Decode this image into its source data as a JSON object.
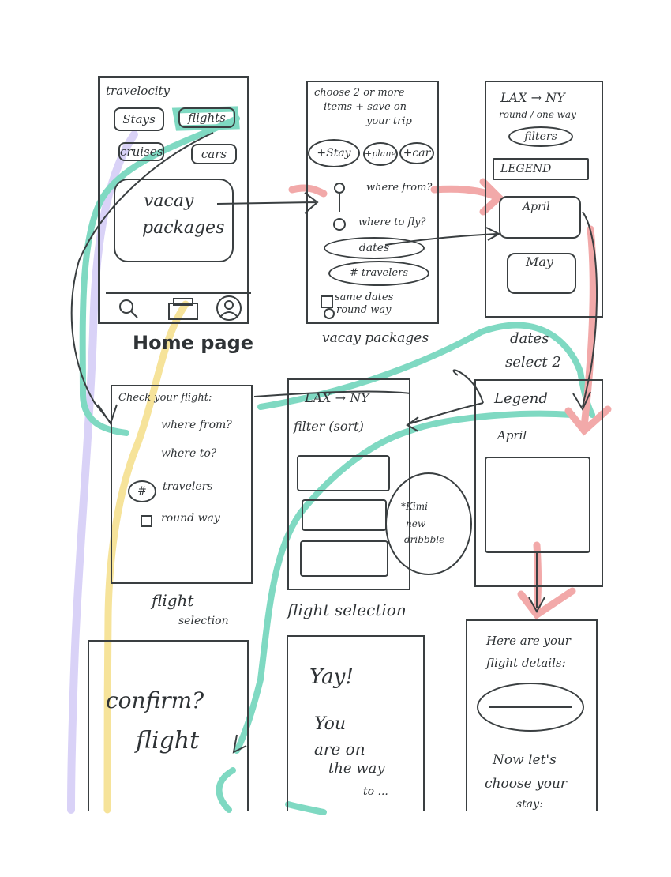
{
  "colors": {
    "ink": "#3a3f41",
    "teal": "#7fd9c2",
    "pink": "#f2a9a9",
    "purple": "#d9d2f7",
    "yellow": "#f6e39a"
  },
  "home": {
    "brand": "travelocity",
    "stays": "Stays",
    "flights": "flights",
    "cruises": "cruises",
    "cars": "cars",
    "vacay1": "vacay",
    "vacay2": "packages",
    "caption": "Home page",
    "icons": [
      "search-icon",
      "suitcase-icon",
      "profile-icon"
    ]
  },
  "vacay": {
    "line1": "choose 2 or more",
    "line2": "items + save on",
    "line3": "your trip",
    "stay": "+Stay",
    "plane": "+plane",
    "car": "+car",
    "where_from": "where from?",
    "where_to": "where to fly?",
    "dates": "dates",
    "travelers": "# travelers",
    "same_dates": "same dates",
    "round_way": "round way",
    "caption": "vacay packages"
  },
  "results": {
    "route": "LAX → NY",
    "trip": "round / one way",
    "filters": "filters",
    "legend": "LEGEND",
    "april": "April",
    "may": "May",
    "caption1": "dates",
    "caption2": "select 2"
  },
  "check": {
    "title": "Check your flight:",
    "where_from": "where from?",
    "where_to": "where to?",
    "travelers": "travelers",
    "round_way": "round way",
    "caption1": "flight",
    "caption2": "selection"
  },
  "flightsel": {
    "route": "LAX → NY",
    "filter": "filter (sort)",
    "note1": "*Kimi",
    "note2": "new",
    "note3": "dribbble",
    "caption": "flight selection"
  },
  "legendscreen": {
    "legend": "Legend",
    "april": "April"
  },
  "confirm": {
    "line1": "confirm?",
    "line2": "flight"
  },
  "yay": {
    "l1": "Yay!",
    "l2": "You",
    "l3": "are on",
    "l4": "the way",
    "l5": "to ..."
  },
  "details": {
    "l1": "Here are your",
    "l2": "flight details:",
    "l3": "Now let's",
    "l4": "choose your",
    "l5": "stay:"
  }
}
